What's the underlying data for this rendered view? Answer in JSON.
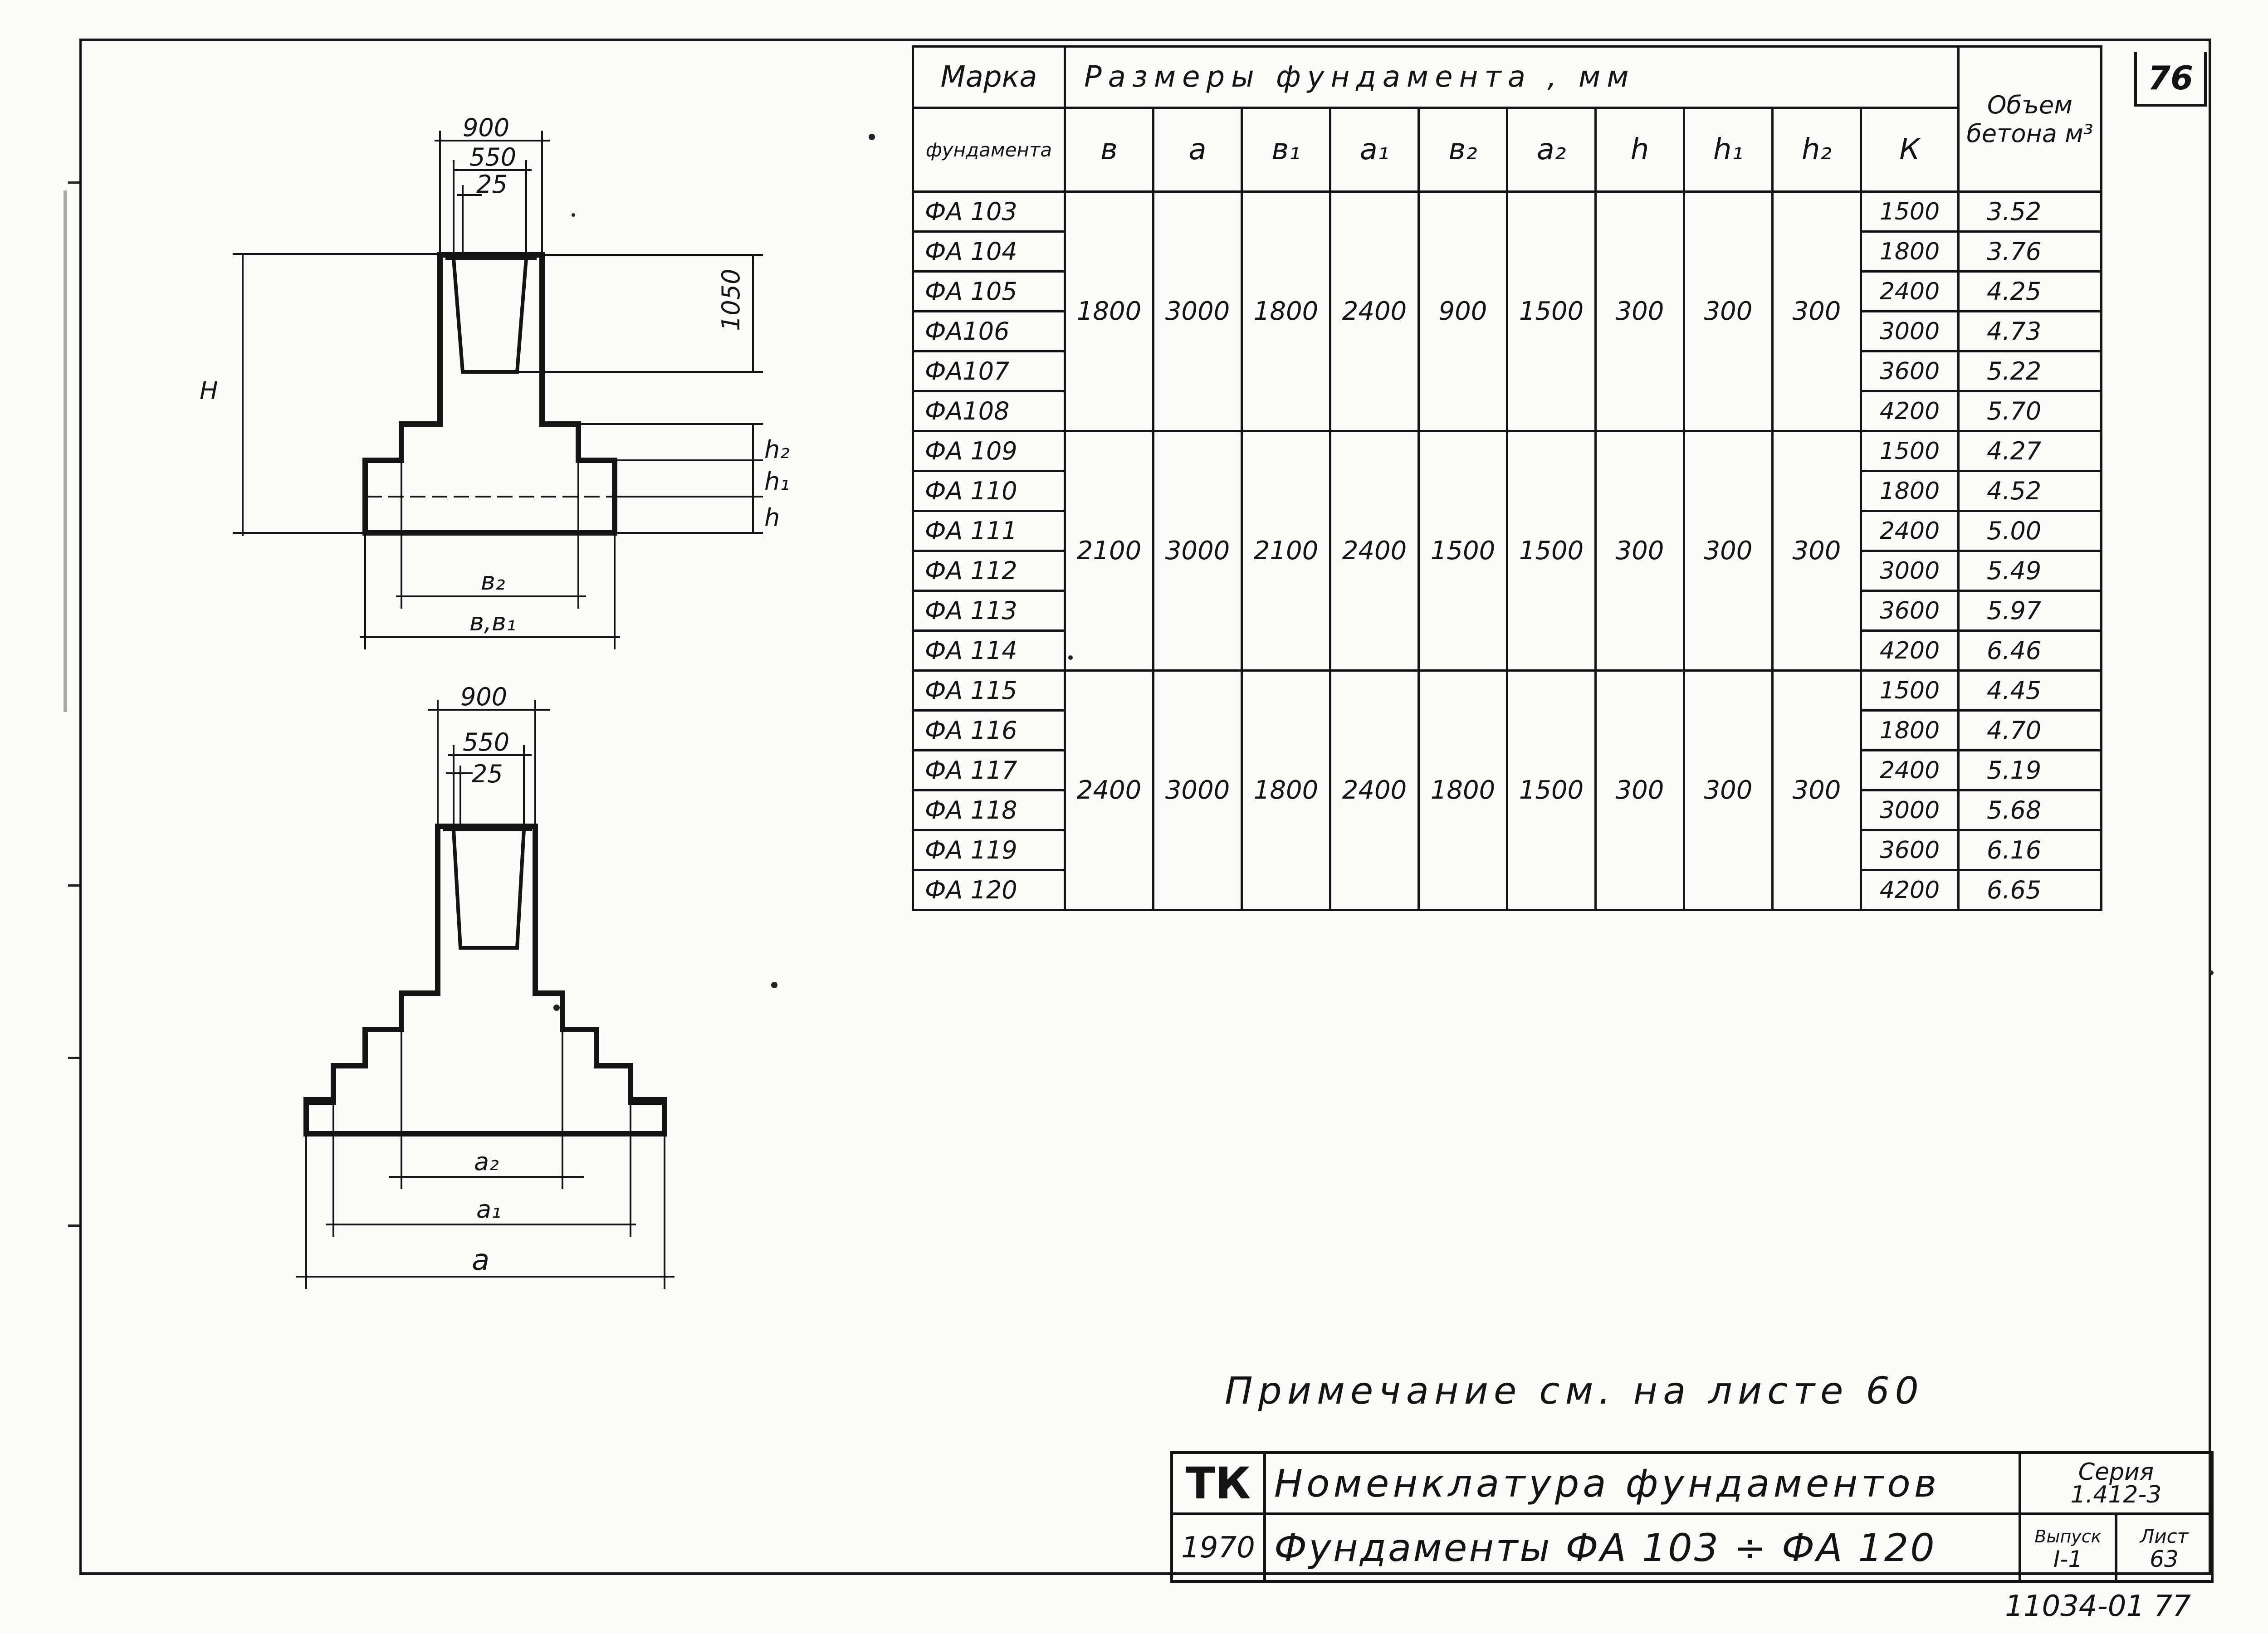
{
  "sheet_number": "76",
  "table": {
    "header_brand_top": "Марка",
    "header_brand_bottom": "фундамента",
    "header_sizes": "Размеры   фундамента ,  мм",
    "header_volume": "Объем бетона м³",
    "columns": [
      "в",
      "а",
      "в₁",
      "а₁",
      "в₂",
      "а₂",
      "h",
      "h₁",
      "h₂",
      "К"
    ],
    "groups": [
      {
        "common": [
          "1800",
          "3000",
          "1800",
          "2400",
          "900",
          "1500",
          "300",
          "300",
          "300"
        ],
        "rows": [
          {
            "brand": "ФА 103",
            "k": "1500",
            "volume": "3.52"
          },
          {
            "brand": "ФА 104",
            "k": "1800",
            "volume": "3.76"
          },
          {
            "brand": "ФА 105",
            "k": "2400",
            "volume": "4.25"
          },
          {
            "brand": "ФА106",
            "k": "3000",
            "volume": "4.73"
          },
          {
            "brand": "ФА107",
            "k": "3600",
            "volume": "5.22"
          },
          {
            "brand": "ФА108",
            "k": "4200",
            "volume": "5.70"
          }
        ]
      },
      {
        "common": [
          "2100",
          "3000",
          "2100",
          "2400",
          "1500",
          "1500",
          "300",
          "300",
          "300"
        ],
        "rows": [
          {
            "brand": "ФА 109",
            "k": "1500",
            "volume": "4.27"
          },
          {
            "brand": "ФА 110",
            "k": "1800",
            "volume": "4.52"
          },
          {
            "brand": "ФА 111",
            "k": "2400",
            "volume": "5.00"
          },
          {
            "brand": "ФА 112",
            "k": "3000",
            "volume": "5.49"
          },
          {
            "brand": "ФА 113",
            "k": "3600",
            "volume": "5.97"
          },
          {
            "brand": "ФА 114",
            "k": "4200",
            "volume": "6.46"
          }
        ]
      },
      {
        "common": [
          "2400",
          "3000",
          "1800",
          "2400",
          "1800",
          "1500",
          "300",
          "300",
          "300"
        ],
        "rows": [
          {
            "brand": "ФА 115",
            "k": "1500",
            "volume": "4.45"
          },
          {
            "brand": "ФА 116",
            "k": "1800",
            "volume": "4.70"
          },
          {
            "brand": "ФА 117",
            "k": "2400",
            "volume": "5.19"
          },
          {
            "brand": "ФА 118",
            "k": "3000",
            "volume": "5.68"
          },
          {
            "brand": "ФА 119",
            "k": "3600",
            "volume": "6.16"
          },
          {
            "brand": "ФА 120",
            "k": "4200",
            "volume": "6.65"
          }
        ]
      }
    ]
  },
  "drawing_top": {
    "dim_900": "900",
    "dim_550": "550",
    "dim_25": "25",
    "dim_1050": "1050",
    "label_H": "H",
    "label_h2": "h₂",
    "label_h1": "h₁",
    "label_h": "h",
    "label_b2": "в₂",
    "label_b_b1": "в,в₁"
  },
  "drawing_bottom": {
    "dim_900": "900",
    "dim_550": "550",
    "dim_25": "25",
    "label_a2": "а₂",
    "label_a1": "а₁",
    "label_a": "а"
  },
  "note": "Примечание  см.  на листе 60",
  "title_block": {
    "tk": "ТК",
    "year": "1970",
    "title1": "Номенклатура  фундаментов",
    "title2": "Фундаменты  ФА 103 ÷ ФА 120",
    "series_label": "Серия",
    "series_value": "1.412-3",
    "issue_label": "Выпуск",
    "issue_value": "I-1",
    "sheet_label": "Лист",
    "sheet_value": "63"
  },
  "bottom_code": "11034-01  77"
}
